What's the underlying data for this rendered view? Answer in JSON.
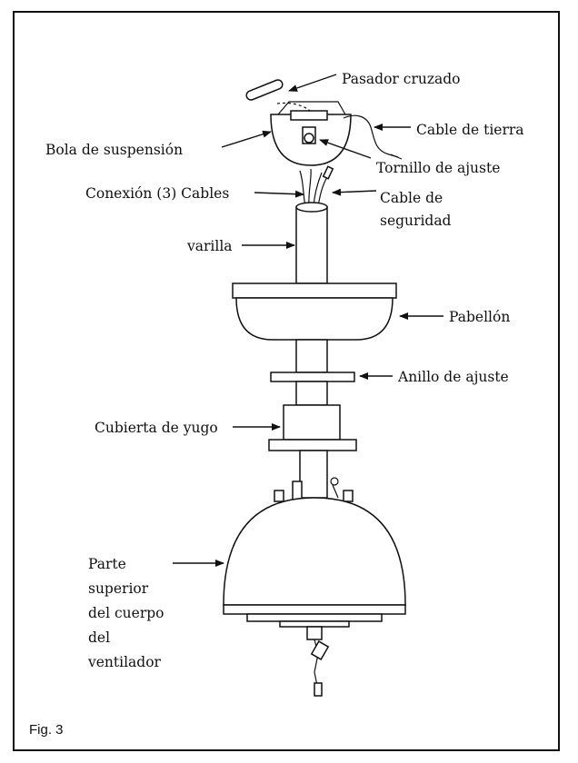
{
  "labels": {
    "pasador": "Pasador cruzado",
    "cable_tierra": "Cable de tierra",
    "bola": "Bola de suspensión",
    "tornillo": "Tornillo de ajuste",
    "conexion": "Conexión (3) Cables",
    "cable_seg_1": "Cable de",
    "cable_seg_2": "seguridad",
    "varilla": "varilla",
    "pabellon": "Pabellón",
    "anillo": "Anillo de ajuste",
    "cubierta": "Cubierta de yugo",
    "parte_1": "Parte",
    "parte_2": "superior",
    "parte_3": "del cuerpo",
    "parte_4": "del",
    "parte_5": "ventilador"
  },
  "figure_caption": "Fig. 3"
}
